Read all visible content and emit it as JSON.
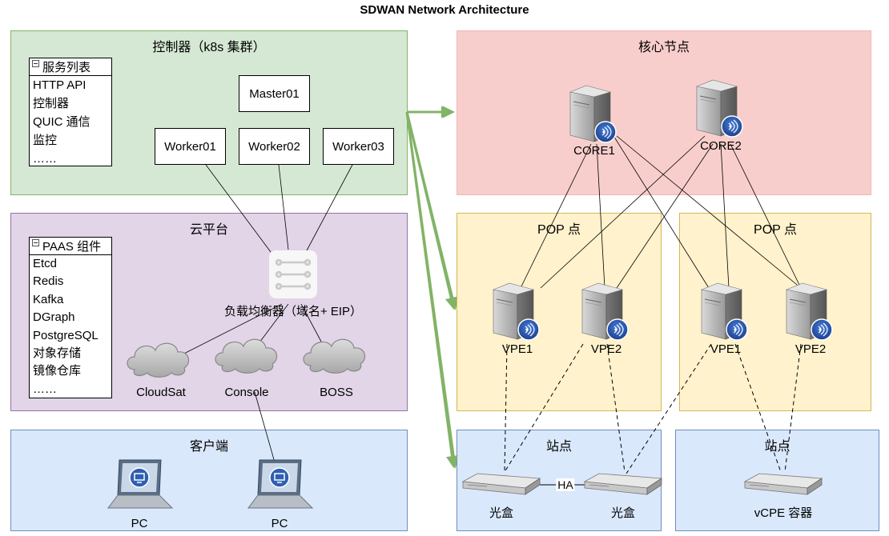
{
  "title": "SDWAN Network Architecture",
  "controller": {
    "title": "控制器（k8s 集群）",
    "list_title": "服务列表",
    "services": [
      "HTTP API",
      "控制器",
      "QUIC 通信",
      "监控",
      "……"
    ],
    "master": "Master01",
    "workers": [
      "Worker01",
      "Worker02",
      "Worker03"
    ]
  },
  "cloud": {
    "title": "云平台",
    "list_title": "PAAS 组件",
    "components": [
      "Etcd",
      "Redis",
      "Kafka",
      "DGraph",
      "PostgreSQL",
      "对象存储",
      "镜像仓库",
      "……"
    ],
    "lb_label": "负载均衡器（域名+ EIP）",
    "clouds": [
      "CloudSat",
      "Console",
      "BOSS"
    ]
  },
  "client": {
    "title": "客户端",
    "pcs": [
      "PC",
      "PC"
    ]
  },
  "core": {
    "title": "核心节点",
    "servers": [
      "CORE1",
      "CORE2"
    ]
  },
  "pop": [
    {
      "title": "POP 点",
      "servers": [
        "VPE1",
        "VPE2"
      ]
    },
    {
      "title": "POP 点",
      "servers": [
        "VPE1",
        "VPE2"
      ]
    }
  ],
  "sites": [
    {
      "title": "站点",
      "devices": [
        "光盒",
        "光盒"
      ],
      "ha": "HA"
    },
    {
      "title": "站点",
      "devices": [
        "vCPE 容器"
      ]
    }
  ],
  "colors": {
    "controller": "#d5e8d4",
    "cloud": "#e1d5e7",
    "client": "#dae8fc",
    "core": "#f8cecc",
    "pop": "#fff2cc",
    "arrow": "#82b366"
  }
}
